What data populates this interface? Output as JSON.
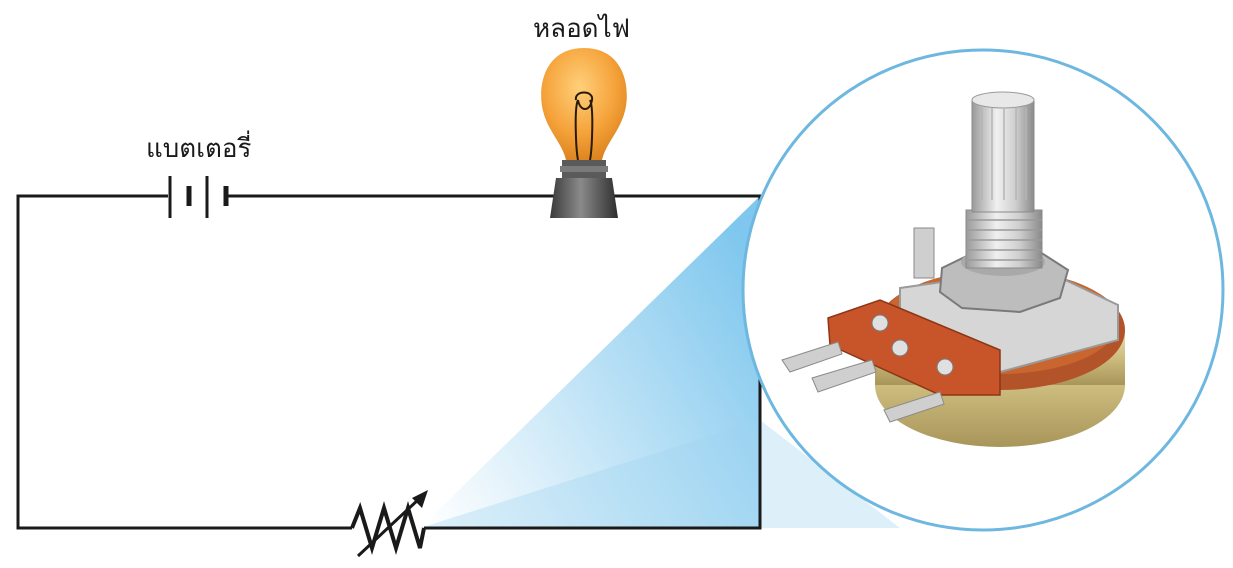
{
  "labels": {
    "battery": "แบตเตอรี่",
    "bulb": "หลอดไฟ"
  },
  "colors": {
    "wire": "#1a1a1a",
    "zoom_circle": "#6db7e0",
    "zoom_beam": "#7fc7ee",
    "bulb_glass": "#f5a23a",
    "bulb_base": "#4a4a4a",
    "pot_terminal": "#c8552a"
  },
  "components": [
    {
      "name": "battery",
      "icon": "battery-symbol"
    },
    {
      "name": "light-bulb",
      "icon": "light-bulb-icon"
    },
    {
      "name": "variable-resistor",
      "icon": "variable-resistor-symbol"
    },
    {
      "name": "potentiometer-photo",
      "icon": "potentiometer-icon"
    }
  ]
}
